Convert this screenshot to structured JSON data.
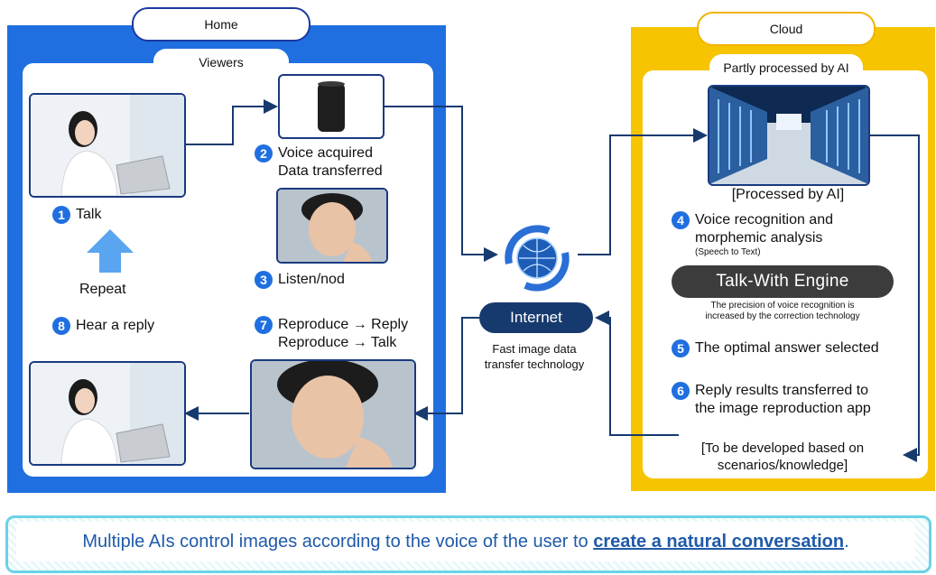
{
  "home": {
    "title": "Home",
    "viewers": "Viewers"
  },
  "cloud": {
    "title": "Cloud",
    "partly": "Partly processed by AI",
    "processed": "[Processed by AI]"
  },
  "steps": {
    "s1": {
      "num": "1",
      "text": "Talk"
    },
    "s2": {
      "num": "2",
      "line1": "Voice acquired",
      "line2": "Data transferred"
    },
    "s3": {
      "num": "3",
      "text": "Listen/nod"
    },
    "s4": {
      "num": "4",
      "line1": "Voice recognition and",
      "line2": "morphemic analysis",
      "note": "(Speech to Text)"
    },
    "s5": {
      "num": "5",
      "text": "The optimal answer selected"
    },
    "s6": {
      "num": "6",
      "line1": "Reply results transferred to",
      "line2": "the image reproduction app"
    },
    "s7": {
      "num": "7",
      "line1": "Reproduce → Reply",
      "line2": "Reproduce → Talk"
    },
    "s8": {
      "num": "8",
      "text": "Hear a reply"
    }
  },
  "repeat": "Repeat",
  "engine": {
    "name": "Talk-With Engine",
    "note1": "The precision of voice recognition is",
    "note2": "increased by the correction technology"
  },
  "internet": {
    "label": "Internet",
    "note1": "Fast image data",
    "note2": "transfer technology"
  },
  "develop": {
    "line1": "[To be developed based on",
    "line2": "scenarios/knowledge]"
  },
  "bottom": {
    "prefix": "Multiple AIs control images according to the voice of the user to ",
    "emphasis": "create a natural conversation",
    "suffix": "."
  },
  "colors": {
    "home_blue": "#1f6fe0",
    "cloud_yellow": "#f6c400",
    "dark_navy": "#173a6e",
    "engine_grey": "#3c3c3c",
    "bottom_text": "#1f5aa8"
  },
  "icons": [
    "smart-speaker-icon",
    "globe-icon",
    "server-room-icon",
    "up-arrow-icon"
  ]
}
